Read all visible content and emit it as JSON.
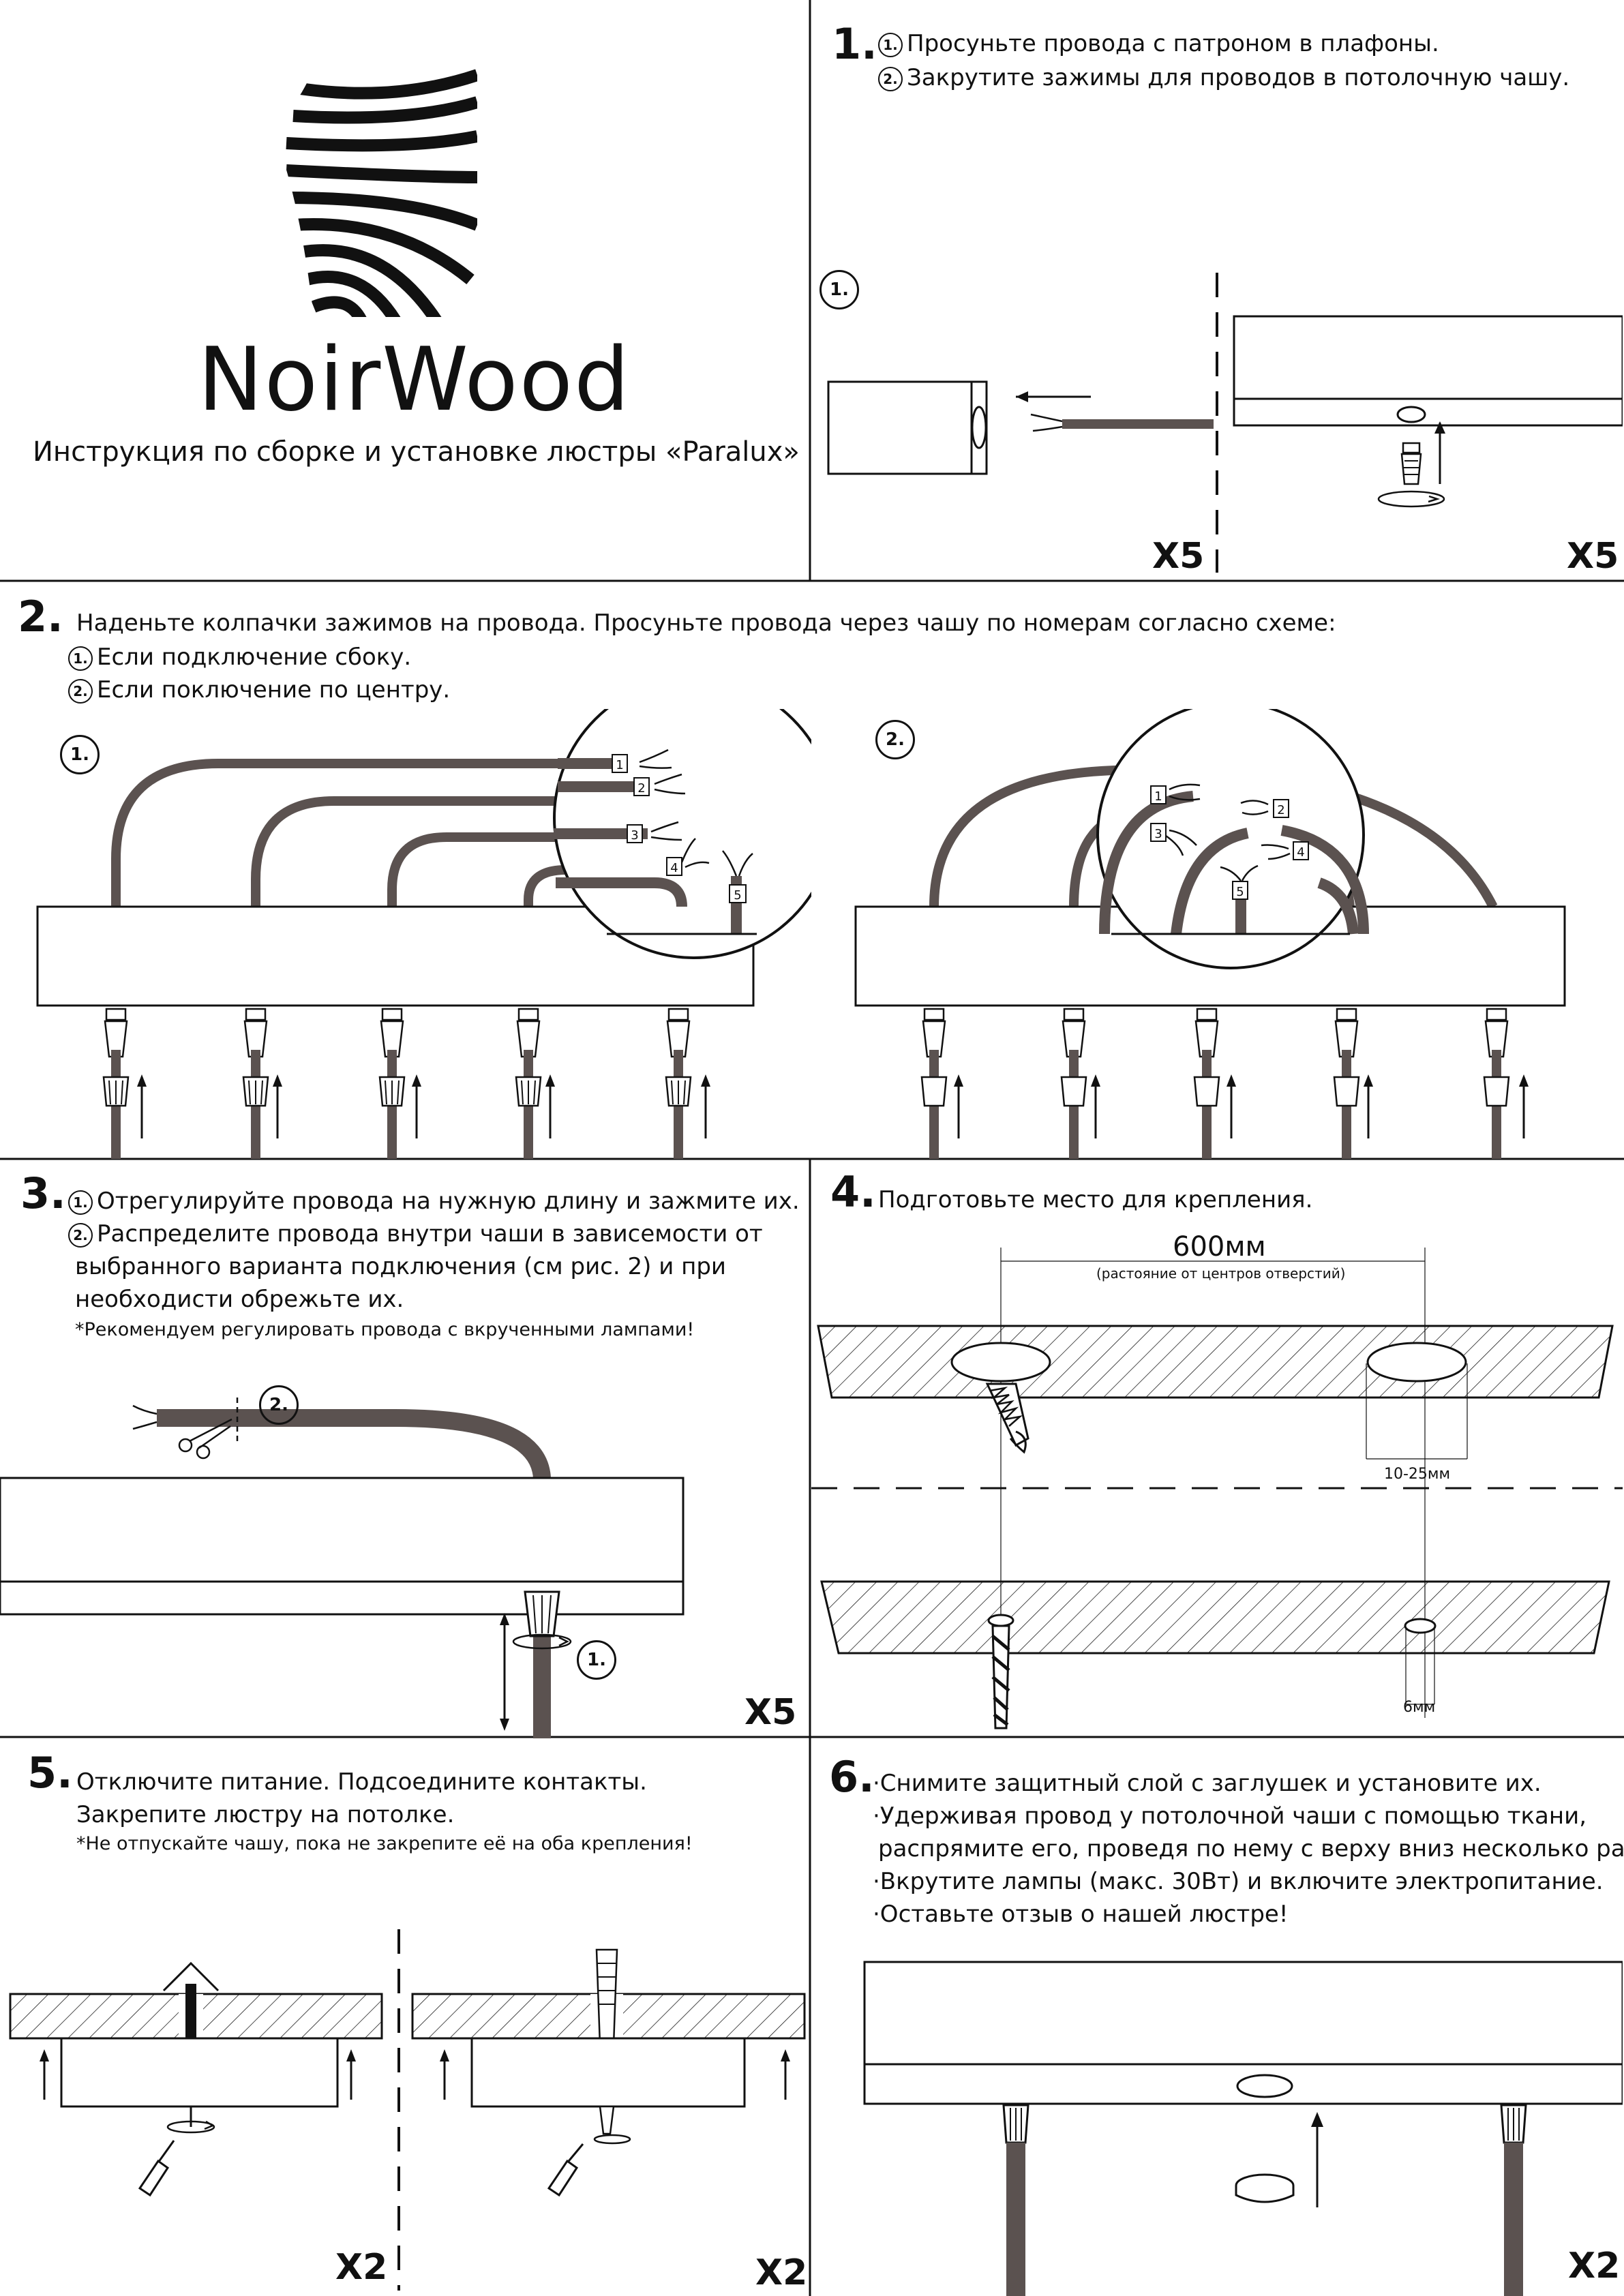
{
  "header": {
    "brand": "NoirWood",
    "subtitle": "Инструкция по сборке и установке люстры «Paralux»"
  },
  "step1": {
    "number": "1.",
    "line1": "Просуньте провода с патроном в плафоны.",
    "line2": "Закрутите зажимы для проводов в потолочную чашу.",
    "fig_label": "1.",
    "mult_left": "X5",
    "mult_right": "X5"
  },
  "step2": {
    "number": "2.",
    "line1": "Наденьте колпачки зажимов на провода. Просуньте провода через чашу по номерам согласно схеме:",
    "line2": "Если подключение сбоку.",
    "line3": "Если поключение по центру.",
    "fig1_label": "1.",
    "fig2_label": "2.",
    "wire_tags": [
      "1",
      "2",
      "3",
      "4",
      "5"
    ]
  },
  "step3": {
    "number": "3.",
    "line1": "Отрегулируйте провода на нужную длину и зажмите их.",
    "line2": "Распределите провода внутри чаши в зависемости от",
    "line3": "выбранного варианта подключения (см рис. 2) и при",
    "line4": "необходисти обрежьте их.",
    "note": "*Рекомендуем регулировать провода с вкрученными лампами!",
    "label_cut": "2.",
    "label_twist": "1.",
    "mult": "X5"
  },
  "step4": {
    "number": "4.",
    "line1": "Подготовьте место для крепления.",
    "distance": "600мм",
    "distance_note": "(растояние от центров отверстий)",
    "depth": "10-25мм",
    "hole": "6мм"
  },
  "step5": {
    "number": "5.",
    "line1": "Отключите питание. Подсоедините контакты.",
    "line2": "Закрепите люстру на потолке.",
    "note": "*Не отпускайте чашу, пока не закрепите её на оба крепления!",
    "mult_left": "X2",
    "mult_right": "X2"
  },
  "step6": {
    "number": "6.",
    "line1": "·Снимите защитный слой с заглушек и установите их.",
    "line2": "·Удерживая провод  у потолочной чаши с помощью ткани,",
    "line3": "распрямите его, проведя по нему с верху вниз несколько раз.",
    "line4": "·Вкрутите лампы (макс. 30Вт) и включите электропитание.",
    "line5": "·Оставьте отзыв о нашей люстре!",
    "mult": "X2"
  },
  "circle_numbers": {
    "one": "1.",
    "two": "2."
  },
  "colors": {
    "wire": "#5b5250",
    "ink": "#111111",
    "paper": "#ffffff"
  }
}
